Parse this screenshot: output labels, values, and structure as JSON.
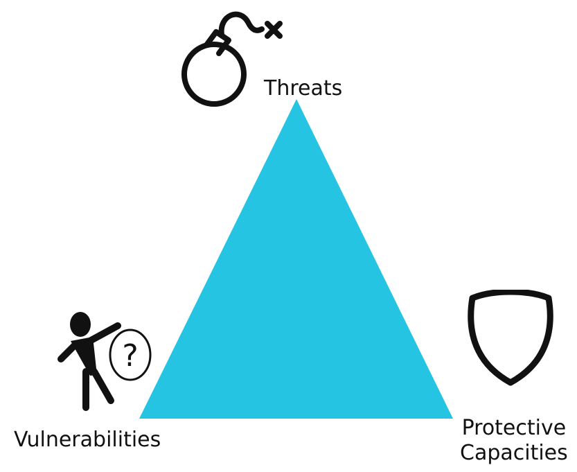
{
  "diagram": {
    "triangle_color": "#25C4E2",
    "stroke_color": "#111111",
    "nodes": [
      {
        "id": "threats",
        "label": "Threats",
        "icon": "bomb-icon"
      },
      {
        "id": "vulnerabilities",
        "label": "Vulnerabilities",
        "icon": "person-question-icon"
      },
      {
        "id": "protective",
        "label_line1": "Protective",
        "label_line2": "Capacities",
        "icon": "shield-icon"
      }
    ],
    "question_mark": "?"
  }
}
